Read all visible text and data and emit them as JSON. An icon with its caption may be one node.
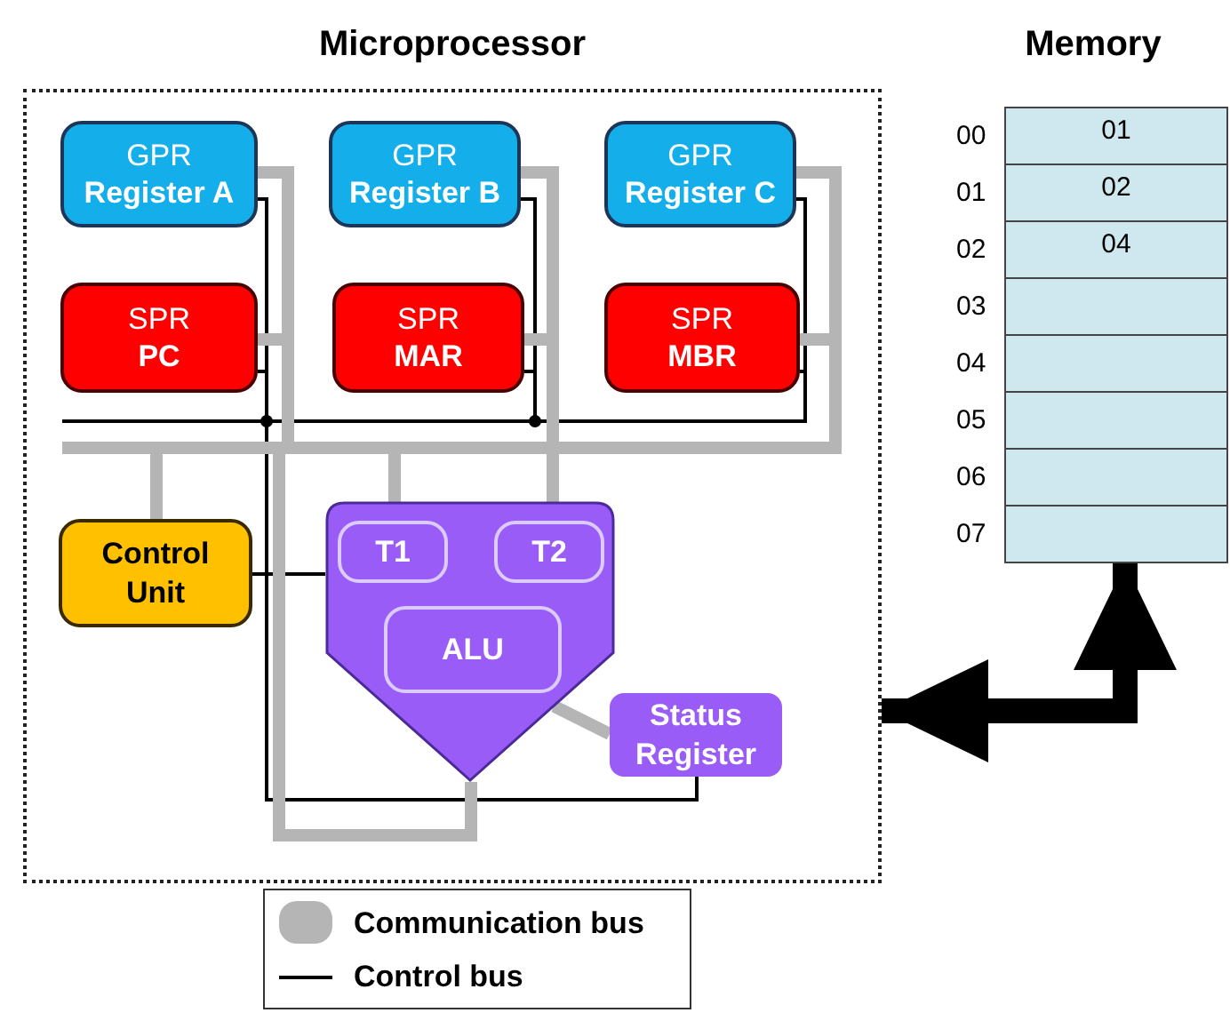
{
  "diagram": {
    "nodes": [
      {
        "text": [
          "Microprocessor"
        ]
      },
      {
        "text": [
          "GPR",
          "Register A"
        ],
        "in": 0
      },
      {
        "text": [
          "GPR",
          "Register B"
        ],
        "in": 0
      },
      {
        "text": [
          "GPR",
          "Register C"
        ],
        "in": 0
      },
      {
        "text": [
          "SPR",
          "PC"
        ],
        "in": 0
      },
      {
        "text": [
          "SPR",
          "MAR"
        ],
        "in": 0
      },
      {
        "text": [
          "SPR",
          "MBR"
        ],
        "in": 0
      },
      {
        "text": [
          "Control Unit"
        ],
        "in": 0
      },
      {
        "text": [],
        "shape": "pentagon",
        "in": 0
      },
      {
        "text": [
          "T1"
        ],
        "in": 8
      },
      {
        "text": [
          "T2"
        ],
        "in": 8
      },
      {
        "text": [
          "ALU"
        ],
        "in": 8
      },
      {
        "text": [
          "Status Register"
        ],
        "in": 0
      },
      {
        "text": [
          "Memory"
        ]
      },
      {
        "text": [
          "01"
        ],
        "in": 13,
        "beside": [
          "00"
        ]
      },
      {
        "text": [
          "02"
        ],
        "in": 13,
        "beside": [
          "01"
        ]
      },
      {
        "text": [
          "04"
        ],
        "in": 13,
        "beside": [
          "02"
        ]
      },
      {
        "text": [],
        "shape": "box",
        "in": 13,
        "beside": [
          "03"
        ]
      },
      {
        "text": [],
        "shape": "box",
        "in": 13,
        "beside": [
          "04"
        ]
      },
      {
        "text": [],
        "shape": "box",
        "in": 13,
        "beside": [
          "05"
        ]
      },
      {
        "text": [],
        "shape": "box",
        "in": 13,
        "beside": [
          "06"
        ]
      },
      {
        "text": [],
        "shape": "box",
        "in": 13,
        "beside": [
          "07"
        ]
      }
    ],
    "edges": [
      {
        "from": 7,
        "to": 1,
        "arrow": "none",
        "color": "#000000"
      },
      {
        "from": 7,
        "to": 4,
        "arrow": "none",
        "color": "#000000"
      },
      {
        "from": 7,
        "to": 2,
        "arrow": "none",
        "color": "#000000"
      },
      {
        "from": 7,
        "to": 5,
        "arrow": "none",
        "color": "#000000"
      },
      {
        "from": 7,
        "to": 3,
        "arrow": "none",
        "color": "#000000"
      },
      {
        "from": 7,
        "to": 6,
        "arrow": "none",
        "color": "#000000"
      },
      {
        "from": 7,
        "to": 8,
        "arrow": "none",
        "color": "#000000"
      },
      {
        "from": 7,
        "to": 12,
        "arrow": "none",
        "color": "#000000"
      },
      {
        "from": 7,
        "to": 1,
        "arrow": "none",
        "color": "#b5b5b5"
      },
      {
        "from": 7,
        "to": 4,
        "arrow": "none",
        "color": "#b5b5b5"
      },
      {
        "from": 7,
        "to": 2,
        "arrow": "none",
        "color": "#b5b5b5"
      },
      {
        "from": 7,
        "to": 5,
        "arrow": "none",
        "color": "#b5b5b5"
      },
      {
        "from": 7,
        "to": 3,
        "arrow": "none",
        "color": "#b5b5b5"
      },
      {
        "from": 7,
        "to": 6,
        "arrow": "none",
        "color": "#b5b5b5"
      },
      {
        "from": 7,
        "to": 9,
        "arrow": "none",
        "color": "#b5b5b5"
      },
      {
        "from": 7,
        "to": 10,
        "arrow": "none",
        "color": "#b5b5b5"
      },
      {
        "from": 7,
        "to": 8,
        "arrow": "none",
        "color": "#b5b5b5"
      },
      {
        "from": 8,
        "to": 12,
        "arrow": "none",
        "color": "#b5b5b5"
      },
      {
        "from": 13,
        "to": 0,
        "arrow": "both",
        "style": "thick",
        "color": "#000000"
      }
    ],
    "legend": [
      {
        "text": "Communication bus"
      },
      {
        "text": "Control bus"
      }
    ]
  }
}
